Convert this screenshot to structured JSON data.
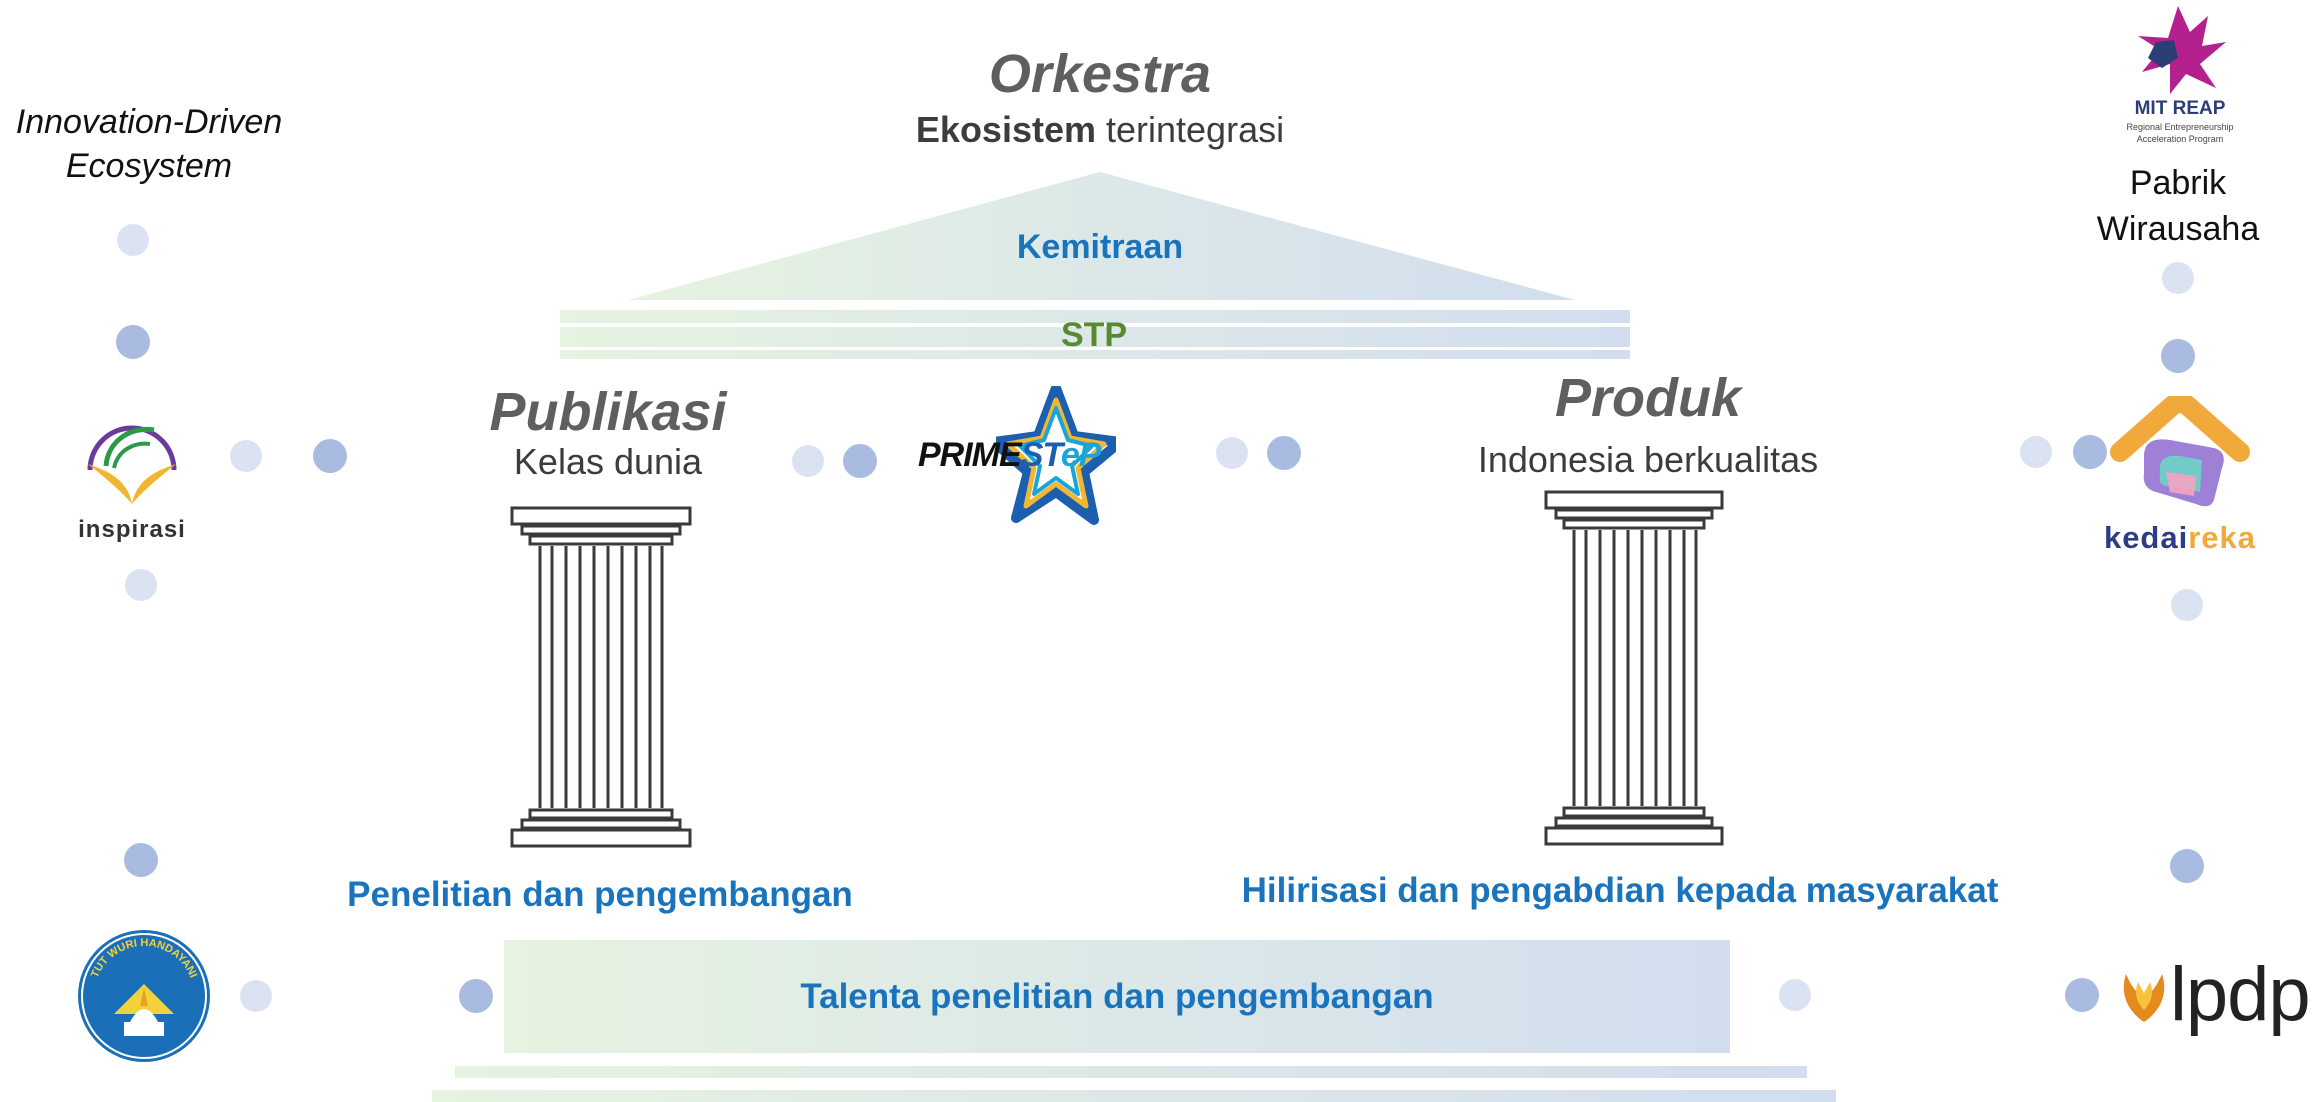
{
  "left_label": {
    "line1": "Innovation-Driven",
    "line2": "Ecosystem"
  },
  "top": {
    "title": "Orkestra",
    "subtitle_bold": "Ekosistem",
    "subtitle_rest": " terintegrasi"
  },
  "roof": {
    "label": "Kemitraan"
  },
  "beam": {
    "label": "STP"
  },
  "pillar_left": {
    "title": "Publikasi",
    "subtitle": "Kelas dunia",
    "caption": "Penelitian dan pengembangan"
  },
  "pillar_right": {
    "title": "Produk",
    "subtitle": "Indonesia berkualitas",
    "caption": "Hilirisasi dan pengabdian kepada masyarakat"
  },
  "base": {
    "label": "Talenta penelitian dan pengembangan"
  },
  "logos": {
    "inspirasi": "inspirasi",
    "primestep": {
      "part1": "PRIME",
      "part2": "ST",
      "part3": "eP"
    },
    "mit": {
      "title": "MIT REAP",
      "line1": "Regional Entrepreneurship",
      "line2": "Acceleration Program"
    },
    "pabrik": {
      "line1": "Pabrik",
      "line2": "Wirausaha"
    },
    "kedaireka": {
      "part1": "kedai",
      "part2": "reka"
    },
    "tutwuri": "TUT WURI HANDAYANI",
    "lpdp": "lpdp"
  },
  "colors": {
    "connector": "#b5c4e4",
    "connector_dot": "#a9bbe0",
    "label_blue": "#1a74bd",
    "stp_green": "#5a8a30",
    "title_grey": "#5f5f5f",
    "gradient_start": "#e4f2df",
    "gradient_end": "#d4dff0"
  }
}
